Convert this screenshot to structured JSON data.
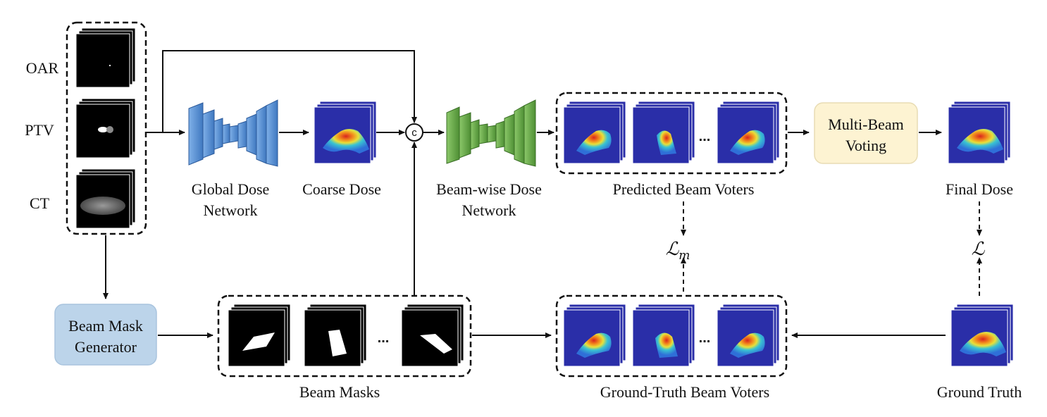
{
  "inputs": {
    "oar_label": "OAR",
    "ptv_label": "PTV",
    "ct_label": "CT"
  },
  "global_dose_network": {
    "line1": "Global Dose",
    "line2": "Network"
  },
  "coarse_dose": {
    "label": "Coarse Dose"
  },
  "concat": {
    "symbol": "c"
  },
  "beamwise_network": {
    "line1": "Beam-wise Dose",
    "line2": "Network"
  },
  "predicted_voters": {
    "label": "Predicted Beam Voters",
    "ellipsis": "..."
  },
  "multi_beam_voting": {
    "line1": "Multi-Beam",
    "line2": "Voting"
  },
  "final_dose": {
    "label": "Final Dose"
  },
  "loss_m": {
    "base": "ℒ",
    "sub": "m"
  },
  "loss": {
    "base": "ℒ"
  },
  "beam_mask_generator": {
    "line1": "Beam Mask",
    "line2": "Generator"
  },
  "beam_masks": {
    "label": "Beam Masks",
    "ellipsis": "..."
  },
  "gt_voters": {
    "label": "Ground-Truth Beam Voters",
    "ellipsis": "..."
  },
  "ground_truth": {
    "label": "Ground Truth"
  },
  "colors": {
    "global_net": "#5b8fd0",
    "beam_net": "#6fa84a",
    "generator_fill": "#bcd4ea",
    "voting_fill": "#fdf3d2",
    "dose_bg": "#2a2ea8"
  }
}
